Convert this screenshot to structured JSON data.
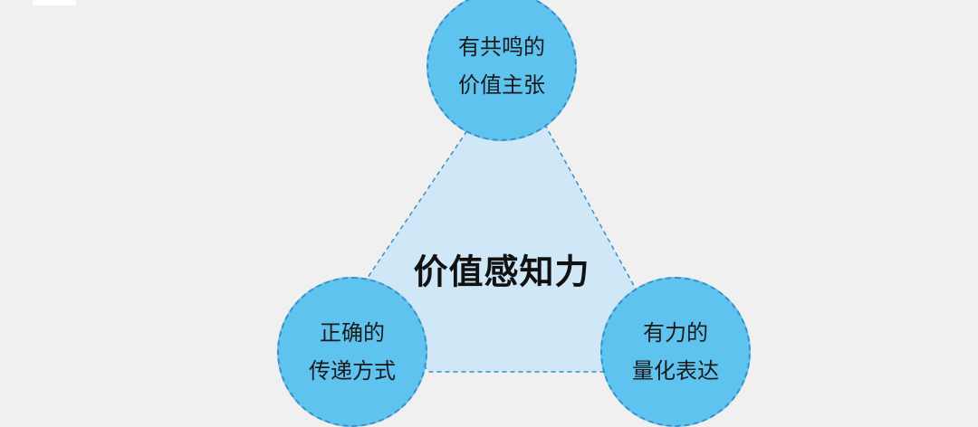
{
  "diagram": {
    "center": "价值感知力",
    "nodes": {
      "top": {
        "line1": "有共鸣的",
        "line2": "价值主张"
      },
      "left": {
        "line1": "正确的",
        "line2": "传递方式"
      },
      "right": {
        "line1": "有力的",
        "line2": "量化表达"
      }
    }
  },
  "colors": {
    "background": "#f0f0f0",
    "triangle_fill": "#cfe7f7",
    "node_fill": "#5ec3ef",
    "dash_stroke": "#3a8fc4"
  }
}
